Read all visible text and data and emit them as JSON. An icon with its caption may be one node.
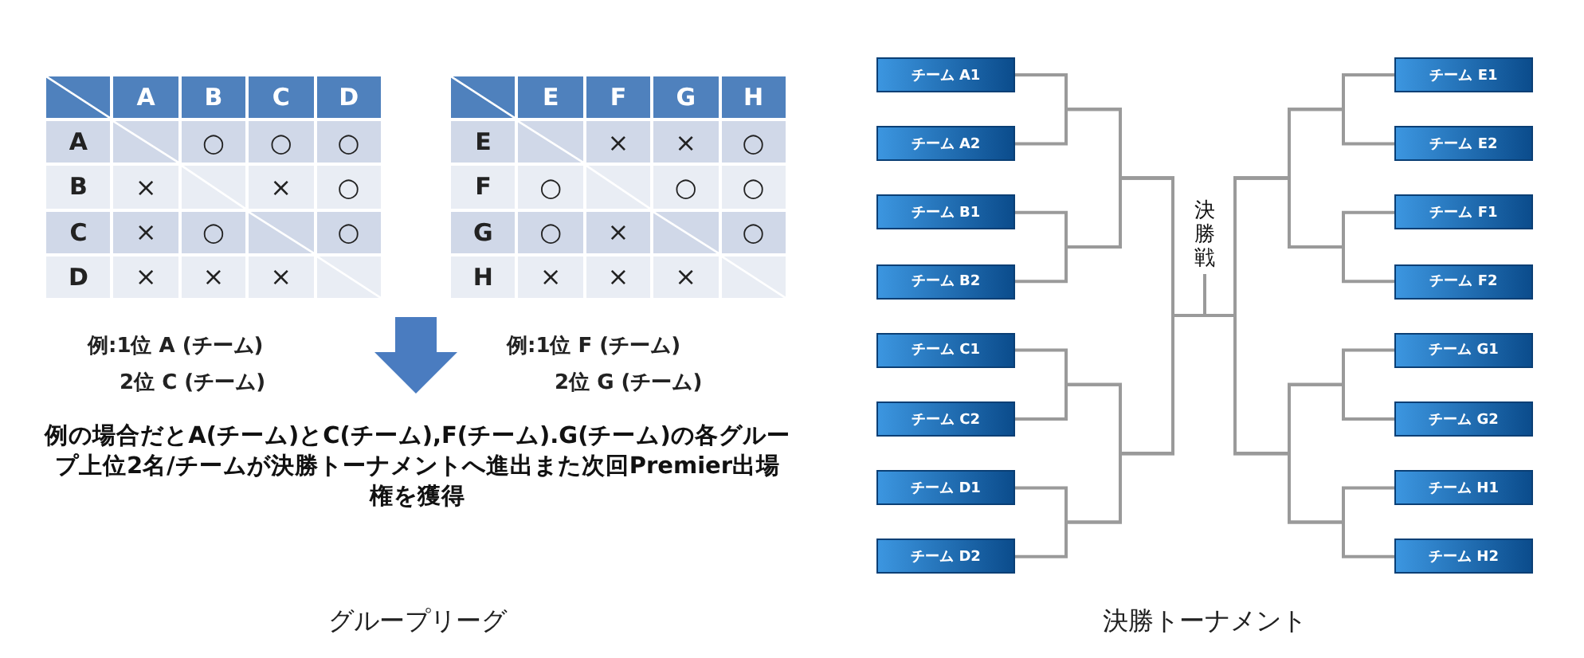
{
  "diagram": {
    "nodes": [
      {
        "text": [
          "チーム A1"
        ]
      },
      {
        "text": [
          "チーム A2"
        ]
      },
      {
        "text": [
          "チーム B1"
        ]
      },
      {
        "text": [
          "チーム B2"
        ]
      },
      {
        "text": [
          "チーム C1"
        ]
      },
      {
        "text": [
          "チーム C2"
        ]
      },
      {
        "text": [
          "チーム D1"
        ]
      },
      {
        "text": [
          "チーム D2"
        ]
      },
      {
        "text": [
          "チーム E1"
        ]
      },
      {
        "text": [
          "チーム E2"
        ]
      },
      {
        "text": [
          "チーム F1"
        ]
      },
      {
        "text": [
          "チーム F2"
        ]
      },
      {
        "text": [
          "チーム G1"
        ]
      },
      {
        "text": [
          "チーム G2"
        ]
      },
      {
        "text": [
          "チーム H1"
        ]
      },
      {
        "text": [
          "チーム H2"
        ]
      },
      {
        "text": [
          "決勝戦"
        ]
      }
    ],
    "edges": [
      {
        "from": 0,
        "to": 16,
        "arrow": "none"
      },
      {
        "from": 1,
        "to": 16,
        "arrow": "none"
      },
      {
        "from": 2,
        "to": 16,
        "arrow": "none"
      },
      {
        "from": 3,
        "to": 16,
        "arrow": "none"
      },
      {
        "from": 4,
        "to": 16,
        "arrow": "none"
      },
      {
        "from": 5,
        "to": 16,
        "arrow": "none"
      },
      {
        "from": 6,
        "to": 16,
        "arrow": "none"
      },
      {
        "from": 7,
        "to": 16,
        "arrow": "none"
      },
      {
        "from": 8,
        "to": 16,
        "arrow": "none"
      },
      {
        "from": 9,
        "to": 16,
        "arrow": "none"
      },
      {
        "from": 10,
        "to": 16,
        "arrow": "none"
      },
      {
        "from": 11,
        "to": 16,
        "arrow": "none"
      },
      {
        "from": 12,
        "to": 16,
        "arrow": "none"
      },
      {
        "from": 13,
        "to": 16,
        "arrow": "none"
      },
      {
        "from": 14,
        "to": 16,
        "arrow": "none"
      },
      {
        "from": 15,
        "to": 16,
        "arrow": "none"
      }
    ],
    "labels": [
      "A",
      "B",
      "C",
      "D",
      "A",
      "○",
      "○",
      "○",
      "B",
      "×",
      "×",
      "○",
      "C",
      "×",
      "○",
      "○",
      "D",
      "×",
      "×",
      "×",
      "E",
      "F",
      "G",
      "H",
      "E",
      "×",
      "×",
      "○",
      "F",
      "○",
      "○",
      "○",
      "G",
      "○",
      "×",
      "○",
      "H",
      "×",
      "×",
      "×",
      "例:1位 A (チーム)",
      "2位 C (チーム)",
      "例:1位 F (チーム)",
      "2位 G (チーム)",
      "例の場合だとA(チーム)とC(チーム),F(チーム).G(チーム)の各グループ上位2名/チームが決勝トーナメントへ進出また次回Premier出場権を獲得",
      "グループリーグ",
      "決勝トーナメント"
    ]
  }
}
